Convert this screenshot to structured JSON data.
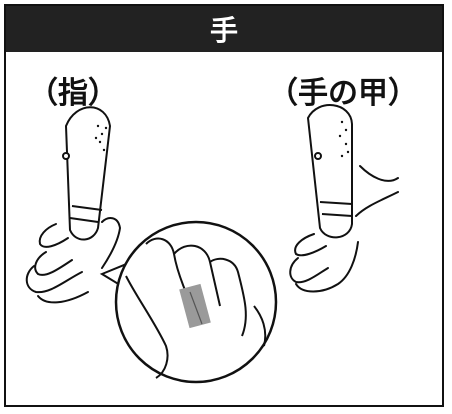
{
  "header": {
    "title": "手"
  },
  "labels": {
    "finger": "（指）",
    "back_of_hand": "（手の甲）"
  },
  "colors": {
    "header_bg": "#222222",
    "header_text": "#ffffff",
    "treatment_area": "#9a9a9a"
  },
  "icons": [
    "device-icon",
    "hand-icon",
    "zoom-circle-icon",
    "treatment-area-icon"
  ]
}
